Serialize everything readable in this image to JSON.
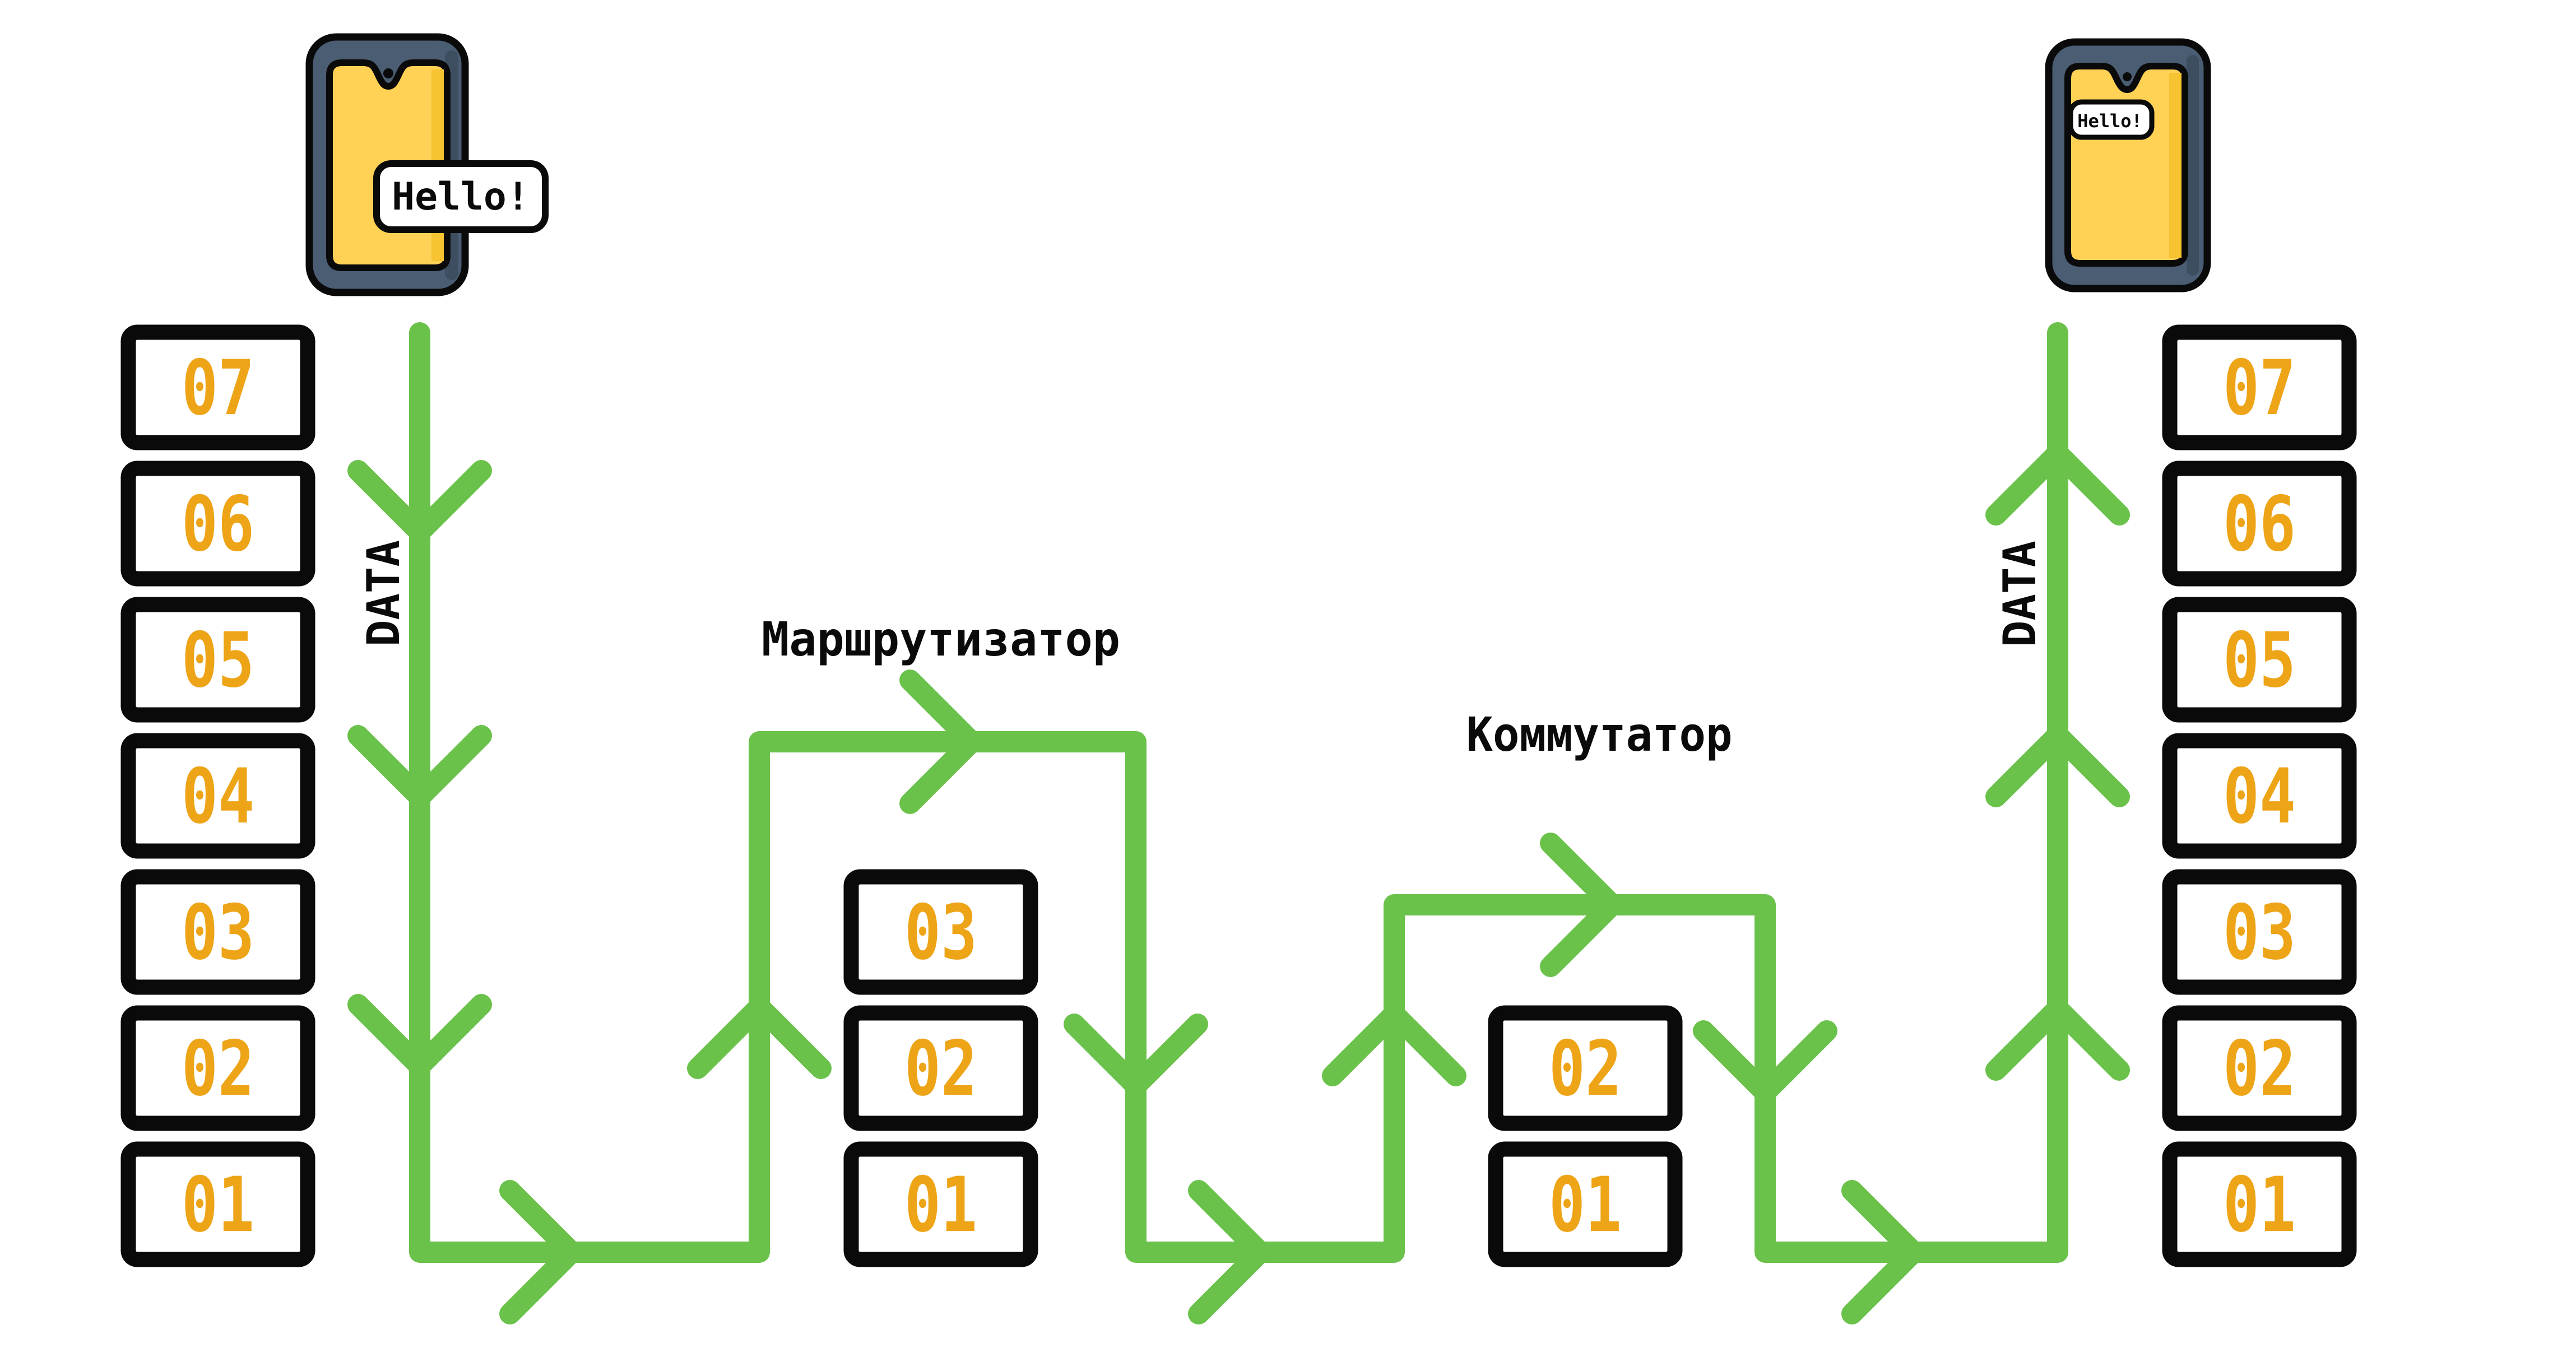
{
  "colors": {
    "green": "#6AC24A",
    "orange": "#EDA417",
    "black": "#0A0A0A",
    "phone_frame": "#4A5D73",
    "phone_frame_shade": "#3D4E61",
    "phone_screen": "#FFD155",
    "phone_screen_shade": "#F6C331",
    "bubble": "#FFFFFF"
  },
  "labels": {
    "router": "Маршрутизатор",
    "switch": "Коммутатор",
    "data_left": "DATA",
    "data_right": "DATA"
  },
  "phones": {
    "left": {
      "message": "Hello!"
    },
    "right": {
      "message": "Hello!"
    }
  },
  "stacks": {
    "left": {
      "layers": [
        "07",
        "06",
        "05",
        "04",
        "03",
        "02",
        "01"
      ]
    },
    "router": {
      "layers": [
        "03",
        "02",
        "01"
      ]
    },
    "switch": {
      "layers": [
        "02",
        "01"
      ]
    },
    "right": {
      "layers": [
        "07",
        "06",
        "05",
        "04",
        "03",
        "02",
        "01"
      ]
    }
  }
}
